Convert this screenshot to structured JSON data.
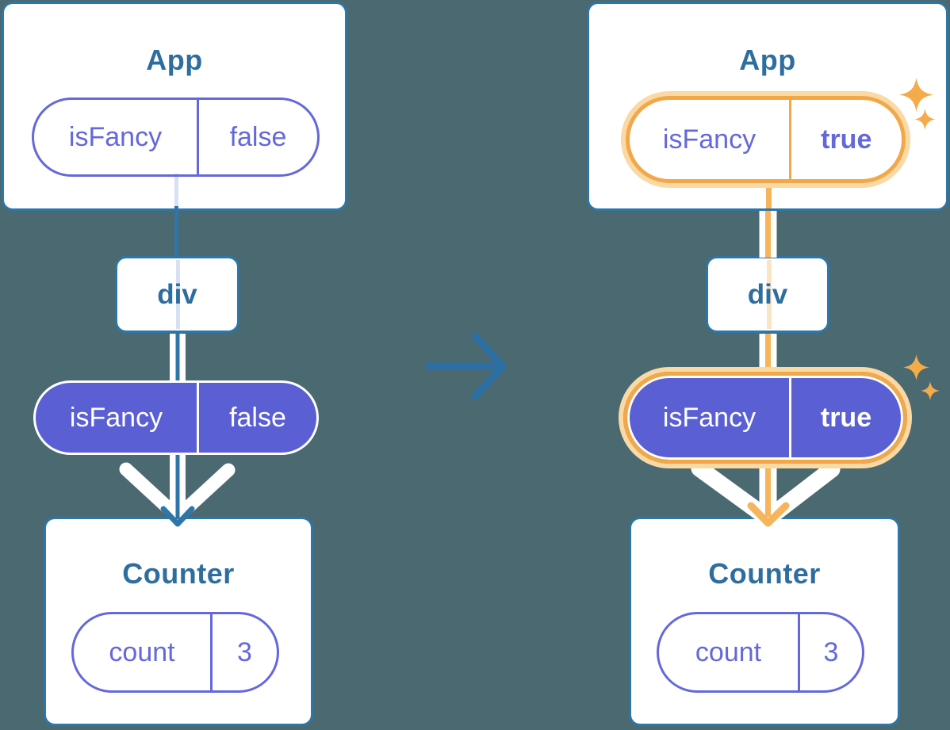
{
  "left": {
    "app": {
      "title": "App",
      "prop": {
        "name": "isFancy",
        "value": "false"
      }
    },
    "container": {
      "label": "div"
    },
    "passed_prop": {
      "name": "isFancy",
      "value": "false"
    },
    "counter": {
      "title": "Counter",
      "state": {
        "name": "count",
        "value": "3"
      }
    }
  },
  "right": {
    "app": {
      "title": "App",
      "prop": {
        "name": "isFancy",
        "value": "true"
      }
    },
    "container": {
      "label": "div"
    },
    "passed_prop": {
      "name": "isFancy",
      "value": "true"
    },
    "counter": {
      "title": "Counter",
      "state": {
        "name": "count",
        "value": "3"
      }
    }
  },
  "icons": {
    "center_arrow": "right-arrow",
    "sparkles": "sparkle"
  },
  "colors": {
    "background": "#4B6971",
    "card_border": "#2D76A7",
    "title_text": "#2E6E9F",
    "purple_fill": "#5A5FD3",
    "purple_outline": "#6468DB",
    "flow_blue": "#2D76A7",
    "light_blue_line": "#D8E1F4",
    "highlight_orange": "#F2A849",
    "highlight_line_orange": "#F6B45C",
    "highlight_cream": "#FAD9A5",
    "light_cream_line": "#FAE4C6",
    "sparkle_orange": "#F4AC4A",
    "white": "#FFFFFF"
  }
}
